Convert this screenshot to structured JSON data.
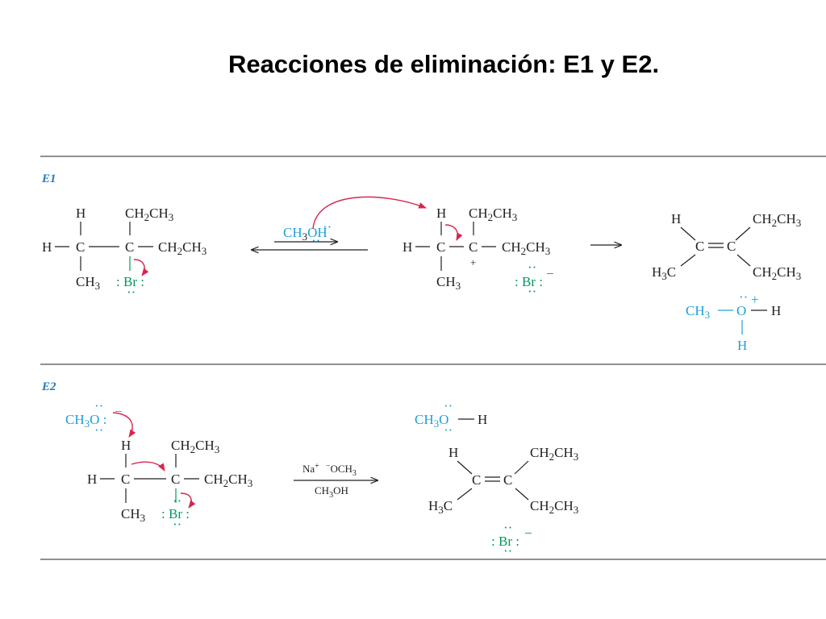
{
  "title": "Reacciones de eliminación: E1 y E2.",
  "labels": {
    "e1": "E1",
    "e2": "E2"
  },
  "atoms": {
    "H": "H",
    "C": "C",
    "CH": "CH",
    "O": "O",
    "Br": "Br",
    "sub2": "2",
    "sub3": "3",
    "plus": "+",
    "minus": "−",
    "lone_pair": "··"
  },
  "e1": {
    "reagent": "CH",
    "reagent_o": "OH"
  },
  "e2": {
    "reagent_top": "Na",
    "reagent_och": "OCH",
    "reagent_bottom": "CH",
    "reagent_bottom_o": "OH"
  },
  "colors": {
    "leaving_group": "#009a5a",
    "base": "#1ea0d6",
    "arrow": "#d6264e",
    "section_label": "#1f7ab8"
  }
}
